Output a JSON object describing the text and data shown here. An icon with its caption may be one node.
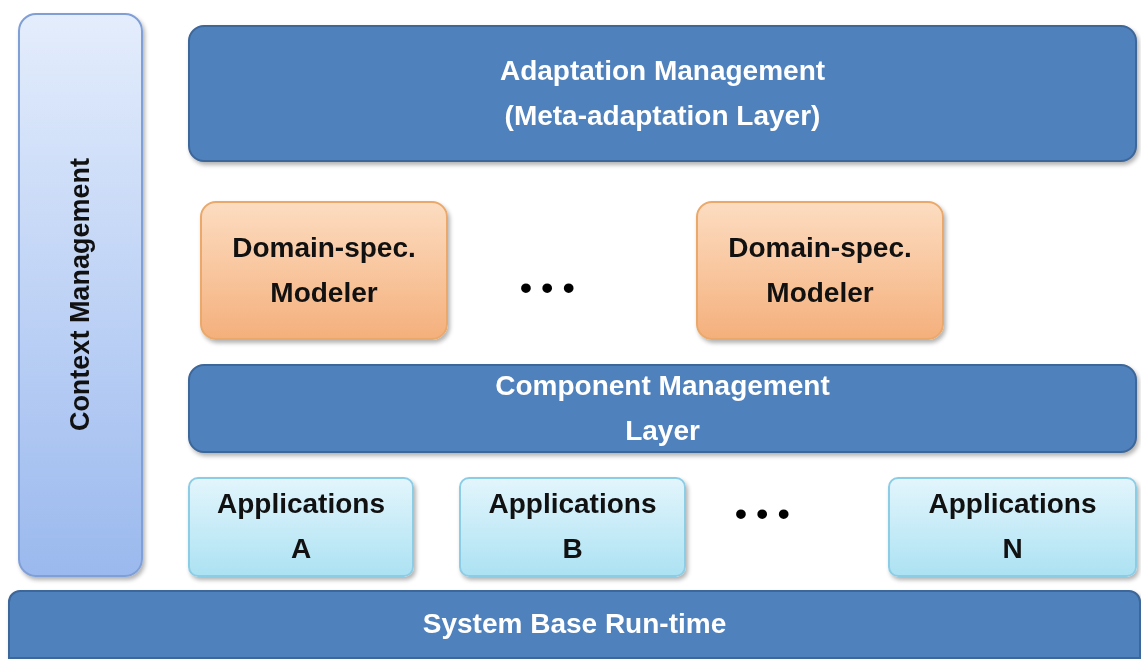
{
  "diagram": {
    "nodes": [
      {
        "text": [
          "Context Management"
        ]
      },
      {
        "text": [
          "Adaptation Management (Meta-adaptation Layer)"
        ]
      },
      {
        "text": [
          "Domain-spec. Modeler"
        ]
      },
      {
        "text": [
          "Domain-spec. Modeler"
        ]
      },
      {
        "text": [
          "Component Management Layer"
        ]
      },
      {
        "text": [
          "Applications A"
        ]
      },
      {
        "text": [
          "Applications B"
        ]
      },
      {
        "text": [
          "Applications N"
        ]
      },
      {
        "text": [
          "System Base Run-time"
        ]
      }
    ],
    "labels": [
      "• • •",
      "• • •"
    ]
  }
}
